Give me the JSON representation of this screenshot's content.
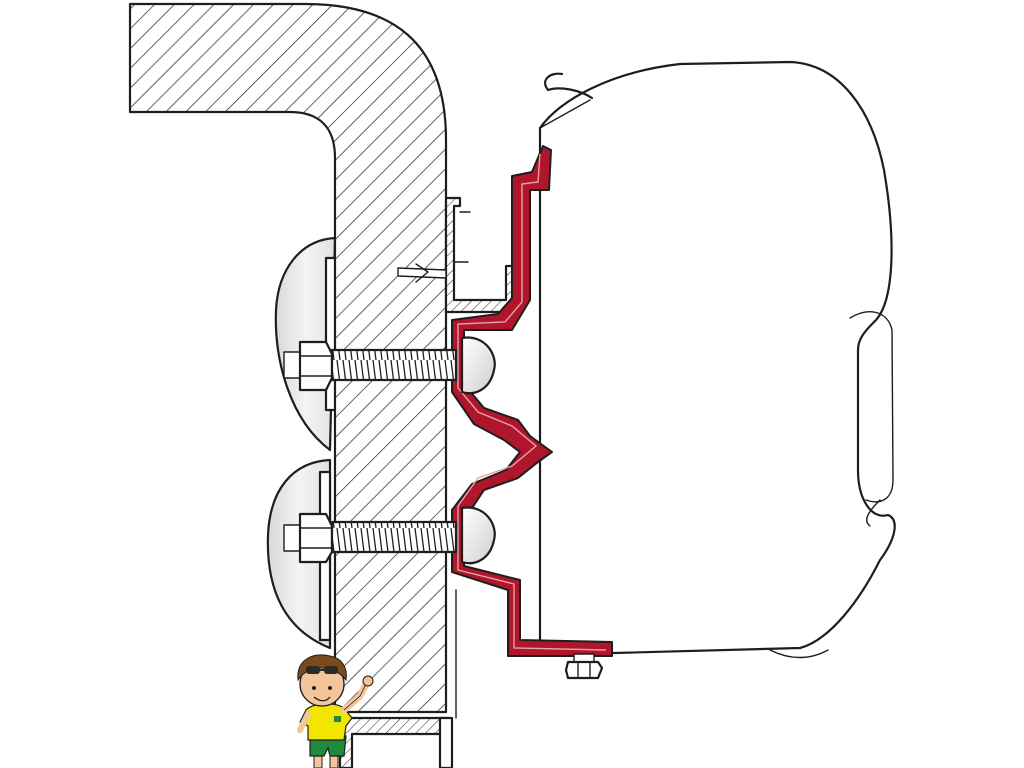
{
  "diagram": {
    "kind": "awning-adapter-mounting-cross-section",
    "labels": [],
    "colors": {
      "adapter_bracket": "#b0162b",
      "wall_hatch": "#3a3a3a",
      "outline": "#1e1e1e",
      "cushion": "#f0f0f0",
      "mascot_shirt": "#f2e600",
      "mascot_shorts": "#1f8a3b"
    },
    "parts": [
      {
        "name": "vehicle-wall-section",
        "icon": "hatched-wall"
      },
      {
        "name": "awning-cassette",
        "icon": "awning-housing"
      },
      {
        "name": "adapter-bracket",
        "icon": "red-profile-bracket"
      },
      {
        "name": "upper-bolt",
        "icon": "hex-bolt"
      },
      {
        "name": "lower-bolt",
        "icon": "hex-bolt"
      },
      {
        "name": "upper-cushion-washer",
        "icon": "rubber-washer"
      },
      {
        "name": "lower-cushion-washer",
        "icon": "rubber-washer"
      },
      {
        "name": "bottom-screw",
        "icon": "hex-screw"
      },
      {
        "name": "rail-profile",
        "icon": "c-rail"
      },
      {
        "name": "mascot",
        "icon": "waving-boy"
      }
    ]
  }
}
